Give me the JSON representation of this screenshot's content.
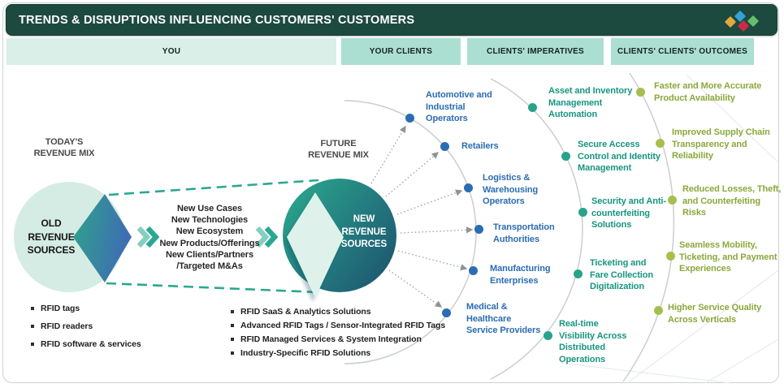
{
  "header": {
    "title": "TRENDS & DISRUPTIONS INFLUENCING CUSTOMERS' CUSTOMERS"
  },
  "columns": [
    {
      "label": "YOU"
    },
    {
      "label": "YOUR CLIENTS"
    },
    {
      "label": "CLIENTS' IMPERATIVES"
    },
    {
      "label": "CLIENTS' CLIENTS' OUTCOMES"
    }
  ],
  "today": {
    "title_lines": [
      "TODAY'S",
      "REVENUE MIX"
    ],
    "circle_lines": [
      "OLD",
      "REVENUE",
      "SOURCES"
    ],
    "bullets": [
      "RFID tags",
      "RFID readers",
      "RFID software & services"
    ]
  },
  "transition_drivers": [
    "New Use Cases",
    "New Technologies",
    "New Ecosystem",
    "New Products/Offerings",
    "New Clients/Partners",
    "/Targeted M&As"
  ],
  "future": {
    "title_lines": [
      "FUTURE",
      "REVENUE MIX"
    ],
    "circle_lines": [
      "NEW",
      "REVENUE",
      "SOURCES"
    ],
    "bullets": [
      "RFID SaaS & Analytics Solutions",
      "Advanced RFID Tags / Sensor-Integrated RFID Tags",
      "RFID Managed Services & System Integration",
      "Industry-Specific RFID Solutions"
    ]
  },
  "clients": [
    {
      "lines": [
        "Automotive and",
        "Industrial",
        "Operators"
      ]
    },
    {
      "lines": [
        "Retailers"
      ]
    },
    {
      "lines": [
        "Logistics &",
        "Warehousing",
        "Operators"
      ]
    },
    {
      "lines": [
        "Transportation",
        "Authorities"
      ]
    },
    {
      "lines": [
        "Manufacturing",
        "Enterprises"
      ]
    },
    {
      "lines": [
        "Medical &",
        "Healthcare",
        "Service Providers"
      ]
    }
  ],
  "imperatives": [
    {
      "lines": [
        "Asset and Inventory",
        "Management",
        "Automation"
      ]
    },
    {
      "lines": [
        "Secure Access",
        "Control and Identity",
        "Management"
      ]
    },
    {
      "lines": [
        "Security and Anti-",
        "counterfeiting",
        "Solutions"
      ]
    },
    {
      "lines": [
        "Ticketing and",
        "Fare Collection",
        "Digitalization"
      ]
    },
    {
      "lines": [
        "Real-time",
        "Visibility Across",
        "Distributed",
        "Operations"
      ]
    }
  ],
  "outcomes": [
    {
      "lines": [
        "Faster and More Accurate",
        "Product Availability"
      ]
    },
    {
      "lines": [
        "Improved Supply Chain",
        "Transparency and",
        "Reliability"
      ]
    },
    {
      "lines": [
        "Reduced Losses, Theft,",
        "and Counterfeiting",
        "Risks"
      ]
    },
    {
      "lines": [
        "Seamless Mobility,",
        "Ticketing, and Payment",
        "Experiences"
      ]
    },
    {
      "lines": [
        "Higher Service Quality",
        "Across Verticals"
      ]
    }
  ],
  "colors": {
    "header_bg": "#1c4a3e",
    "band_light": "#d9efe8",
    "band_mint": "#abdfd2",
    "teal_accent": "#2aa892",
    "client_blue": "#2b6cb3",
    "imperative_teal": "#16957e",
    "outcome_olive": "#8aa83b",
    "outcome_dot": "#a5bf4e",
    "old_circle_fill": "#d5ece4",
    "future_circle_from": "#2ba78e",
    "future_circle_to": "#1d5470",
    "logo_gold": "#e2a93c",
    "logo_blue": "#33a3d4",
    "logo_red": "#cc2b44",
    "logo_green": "#67bd6b"
  }
}
